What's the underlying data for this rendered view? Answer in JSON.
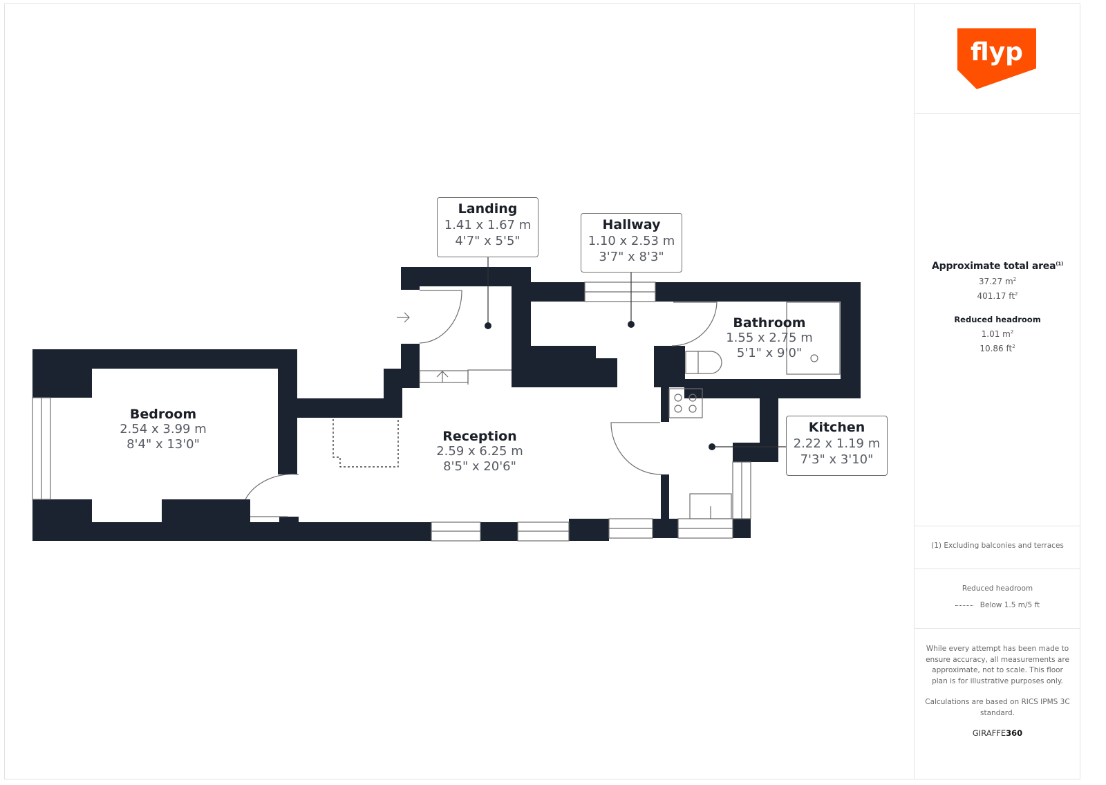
{
  "brand": {
    "logo_text": "flyp",
    "logo_color": "#ff4f00"
  },
  "colors": {
    "wall": "#1b2331",
    "text_dark": "#1a1f28",
    "text_muted": "#555a62",
    "border": "#e3e3e3"
  },
  "rooms": [
    {
      "name": "Bedroom",
      "metric": "2.54 x 3.99 m",
      "imperial": "8'4\" x 13'0\""
    },
    {
      "name": "Reception",
      "metric": "2.59 x 6.25 m",
      "imperial": "8'5\" x 20'6\""
    },
    {
      "name": "Landing",
      "metric": "1.41 x 1.67 m",
      "imperial": "4'7\" x 5'5\""
    },
    {
      "name": "Hallway",
      "metric": "1.10 x 2.53 m",
      "imperial": "3'7\" x 8'3\""
    },
    {
      "name": "Bathroom",
      "metric": "1.55 x 2.75 m",
      "imperial": "5'1\" x 9'0\""
    },
    {
      "name": "Kitchen",
      "metric": "2.22 x 1.19 m",
      "imperial": "7'3\" x 3'10\""
    }
  ],
  "summary": {
    "total_title": "Approximate total area",
    "total_footnote_marker": "(1)",
    "total_m2": "37.27 m",
    "total_ft2": "401.17 ft",
    "reduced_title": "Reduced headroom",
    "reduced_m2": "1.01 m",
    "reduced_ft2": "10.86 ft",
    "squared": "2"
  },
  "footnote": "(1) Excluding balconies and terraces",
  "legend": {
    "title": "Reduced headroom",
    "item_label": "Below 1.5 m/5 ft"
  },
  "disclaimer": {
    "accuracy": "While every attempt has been made to ensure accuracy, all measurements are approximate, not to scale. This floor plan is for illustrative purposes only.",
    "calculations": "Calculations are based on RICS IPMS 3C standard.",
    "credit_prefix": "GIRAFFE",
    "credit_suffix": "360"
  }
}
